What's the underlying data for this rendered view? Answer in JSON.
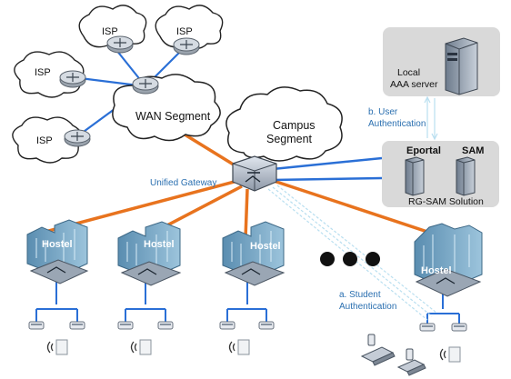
{
  "isp_clouds": [
    "ISP",
    "ISP",
    "ISP",
    "ISP"
  ],
  "wan_label": "WAN Segment",
  "campus_label": [
    "Campus",
    "Segment"
  ],
  "gateway_label": "Unified Gateway",
  "aaa_label": [
    "Local",
    "AAA server"
  ],
  "user_auth_label": [
    "b. User",
    "Authentication"
  ],
  "eportal_label": "Eportal",
  "sam_label": "SAM",
  "solution_label": "RG-SAM Solution",
  "hostel_labels": [
    "Hostel",
    "Hostel",
    "Hostel",
    "Hostel"
  ],
  "student_auth_label": [
    "a. Student",
    "Authentication"
  ],
  "colors": {
    "uplink_orange": "#e8731e",
    "server_blue": "#1f5fb5",
    "link_blue": "#2a6fd6",
    "accent_text": "#2a6fb0",
    "panel_gray": "#d9d9d9"
  }
}
